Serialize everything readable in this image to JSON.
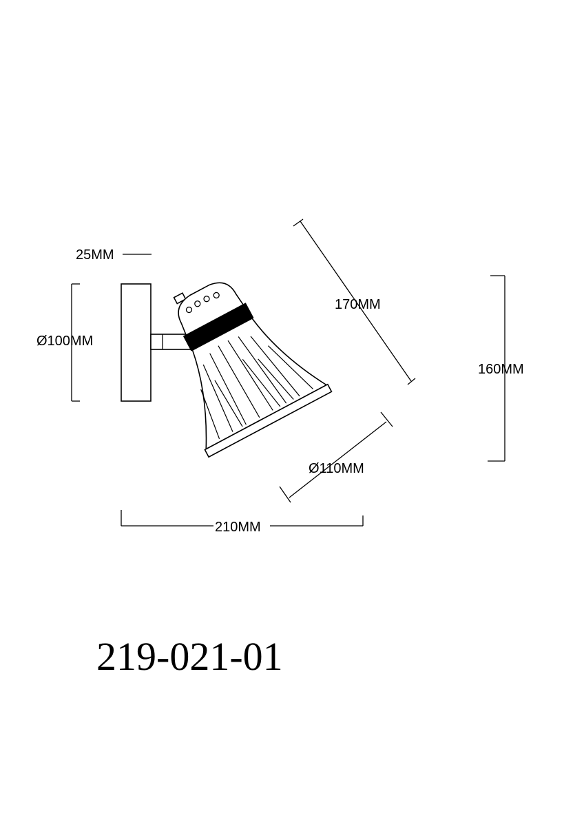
{
  "dimensions": {
    "plate_thickness": "25MM",
    "plate_diameter": "Ø100MM",
    "shade_length": "170MM",
    "height": "160MM",
    "shade_diameter": "Ø110MM",
    "width": "210MM"
  },
  "model_number": "219-021-01"
}
